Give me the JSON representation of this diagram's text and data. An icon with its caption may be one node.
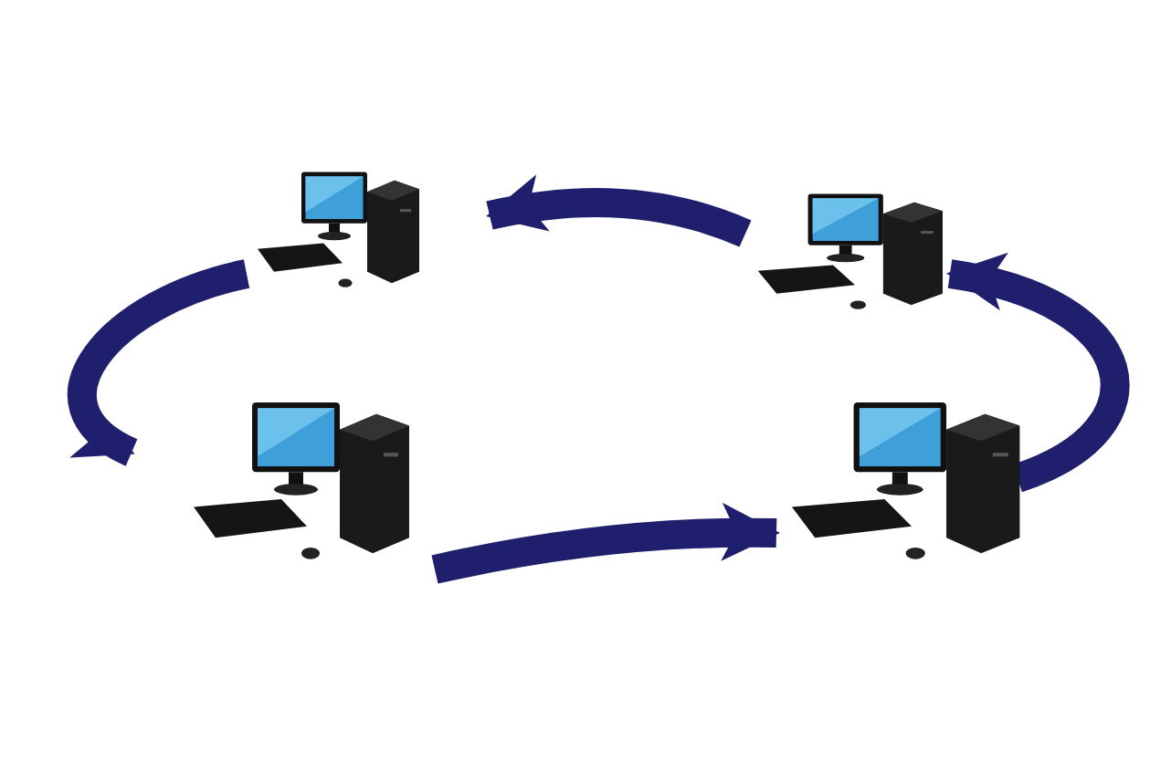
{
  "diagram": {
    "nodes": [
      {
        "text": [],
        "shape": "picture"
      },
      {
        "text": [],
        "shape": "picture"
      },
      {
        "text": [],
        "shape": "picture"
      },
      {
        "text": [],
        "shape": "picture"
      }
    ],
    "edges": [
      {
        "from": 1,
        "to": 0,
        "arrow": "to"
      },
      {
        "from": 0,
        "to": 2,
        "arrow": "to"
      },
      {
        "from": 2,
        "to": 3,
        "arrow": "to"
      },
      {
        "from": 3,
        "to": 1,
        "arrow": "to"
      }
    ]
  }
}
